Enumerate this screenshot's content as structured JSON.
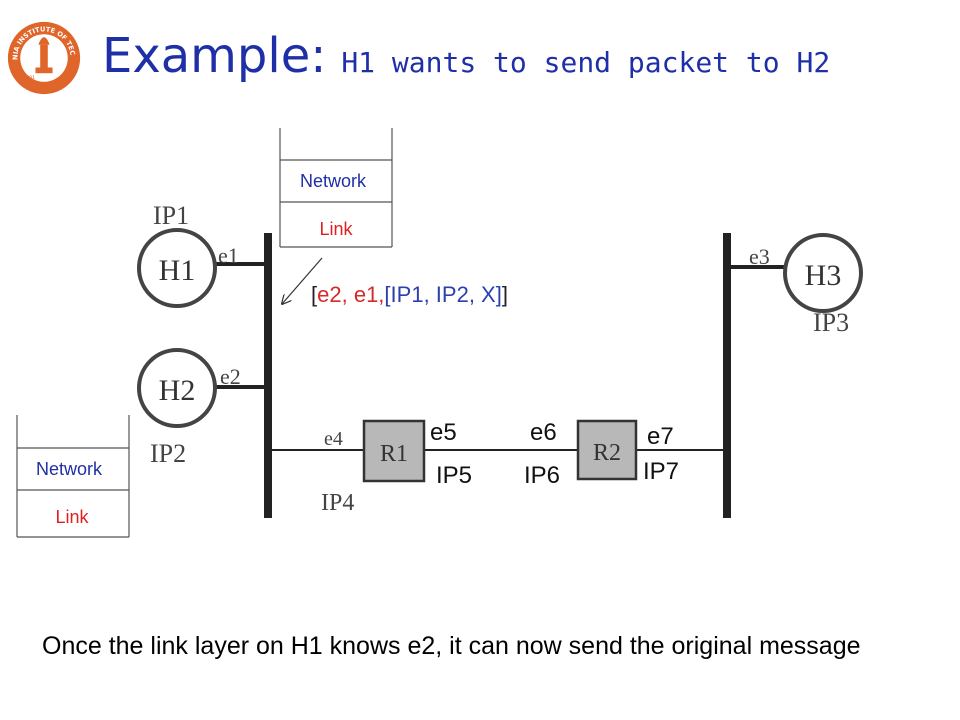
{
  "slide": {
    "title_main": "Example:",
    "title_sub": "H1 wants to send packet to H2",
    "bottom_text": "Once the link layer on H1 knows e2, it can now send the original message"
  },
  "logo": {
    "text": "CALIFORNIA INSTITUTE OF TECHNOLOGY",
    "year": "1891"
  },
  "stacks": [
    {
      "name": "top",
      "layers": [
        "Network",
        "Link"
      ]
    },
    {
      "name": "left",
      "layers": [
        "Network",
        "Link"
      ]
    }
  ],
  "frame": {
    "open_bracket": "[",
    "dst_mac": "e2,",
    "src_mac": " e1,",
    "inner_open": "[",
    "src_ip": "IP1,",
    "dst_ip": " IP2,",
    "payload": " X]",
    "close_bracket": "]"
  },
  "hosts": [
    {
      "label": "H1",
      "ip": "IP1",
      "iface": "e1"
    },
    {
      "label": "H2",
      "ip": "IP2",
      "iface": "e2"
    },
    {
      "label": "H3",
      "ip": "IP3",
      "iface": "e3"
    }
  ],
  "routers": [
    {
      "label": "R1",
      "ifaces": [
        "e4",
        "e5"
      ],
      "ips": [
        "IP4",
        "IP5"
      ]
    },
    {
      "label": "R2",
      "ifaces": [
        "e6",
        "e7"
      ],
      "ips": [
        "IP6",
        "IP7"
      ]
    }
  ],
  "colors": {
    "title": "#1f2fa8",
    "network_label": "#1f2fa8",
    "link_label": "#e02020",
    "frame_red": "#d42a2a",
    "frame_blue": "#2a3fb0",
    "logo": "#e0652a",
    "router_fill": "#b8b8b8"
  }
}
